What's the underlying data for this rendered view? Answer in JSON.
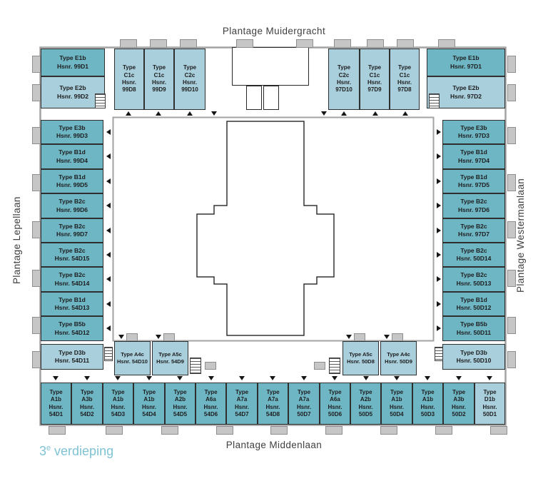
{
  "streets": {
    "top": "Plantage Muidergracht",
    "left": "Plantage Lepellaan",
    "right": "Plantage Westermanlaan",
    "bottom": "Plantage Middenlaan"
  },
  "floor_label": {
    "number": "3",
    "sup": "e",
    "word": " verdieping"
  },
  "colors": {
    "unit_dark": "#6fb6c5",
    "unit_light": "#a9cfdd",
    "outline": "#2f2f2f",
    "text": "#1d1d1d",
    "wall": "#a3a3a3",
    "balcony": "#c6c6c6",
    "balcony_border": "#8e8e8e",
    "floor_label": "#7fc3d3"
  },
  "units": {
    "left_corner": [
      {
        "label": "Type E1b",
        "hsnr": "Hsnr. 99D1",
        "shade": "dark"
      },
      {
        "label": "Type E2b",
        "hsnr": "Hsnr. 99D2",
        "shade": "light"
      }
    ],
    "left_column": [
      {
        "label": "Type E3b",
        "hsnr": "Hsnr. 99D3",
        "shade": "dark"
      },
      {
        "label": "Type B1d",
        "hsnr": "Hsnr. 99D4",
        "shade": "dark"
      },
      {
        "label": "Type B1d",
        "hsnr": "Hsnr. 99D5",
        "shade": "dark"
      },
      {
        "label": "Type B2c",
        "hsnr": "Hsnr. 99D6",
        "shade": "dark"
      },
      {
        "label": "Type B2c",
        "hsnr": "Hsnr. 99D7",
        "shade": "dark"
      },
      {
        "label": "Type B2c",
        "hsnr": "Hsnr. 54D15",
        "shade": "dark"
      },
      {
        "label": "Type B2c",
        "hsnr": "Hsnr. 54D14",
        "shade": "dark"
      },
      {
        "label": "Type B1d",
        "hsnr": "Hsnr. 54D13",
        "shade": "dark"
      },
      {
        "label": "Type B5b",
        "hsnr": "Hsnr. 54D12",
        "shade": "dark"
      },
      {
        "label": "Type D3b",
        "hsnr": "Hsnr. 54D11",
        "shade": "light"
      }
    ],
    "top_left": [
      {
        "label": "Type\nC1c",
        "hsnr": "Hsnr.\n99D8",
        "shade": "light"
      },
      {
        "label": "Type\nC1c",
        "hsnr": "Hsnr.\n99D9",
        "shade": "light"
      },
      {
        "label": "Type\nC2c",
        "hsnr": "Hsnr.\n99D10",
        "shade": "light"
      }
    ],
    "top_right": [
      {
        "label": "Type\nC2c",
        "hsnr": "Hsnr.\n97D10",
        "shade": "light"
      },
      {
        "label": "Type\nC1c",
        "hsnr": "Hsnr.\n97D9",
        "shade": "light"
      },
      {
        "label": "Type\nC1c",
        "hsnr": "Hsnr.\n97D8",
        "shade": "light"
      }
    ],
    "right_corner": [
      {
        "label": "Type E1b",
        "hsnr": "Hsnr. 97D1",
        "shade": "dark"
      },
      {
        "label": "Type E2b",
        "hsnr": "Hsnr. 97D2",
        "shade": "light"
      }
    ],
    "right_column": [
      {
        "label": "Type E3b",
        "hsnr": "Hsnr. 97D3",
        "shade": "dark"
      },
      {
        "label": "Type B1d",
        "hsnr": "Hsnr. 97D4",
        "shade": "dark"
      },
      {
        "label": "Type B1d",
        "hsnr": "Hsnr. 97D5",
        "shade": "dark"
      },
      {
        "label": "Type B2c",
        "hsnr": "Hsnr. 97D6",
        "shade": "dark"
      },
      {
        "label": "Type B2c",
        "hsnr": "Hsnr. 97D7",
        "shade": "dark"
      },
      {
        "label": "Type B2c",
        "hsnr": "Hsnr. 50D14",
        "shade": "dark"
      },
      {
        "label": "Type B2c",
        "hsnr": "Hsnr. 50D13",
        "shade": "dark"
      },
      {
        "label": "Type B1d",
        "hsnr": "Hsnr. 50D12",
        "shade": "dark"
      },
      {
        "label": "Type B5b",
        "hsnr": "Hsnr. 50D11",
        "shade": "dark"
      },
      {
        "label": "Type D3b",
        "hsnr": "Hsnr. 50D10",
        "shade": "light"
      }
    ],
    "inner_left": [
      {
        "label": "Type A4c",
        "hsnr": "Hsnr. 54D10",
        "shade": "light"
      },
      {
        "label": "Type A5c",
        "hsnr": "Hsnr. 54D9",
        "shade": "light"
      }
    ],
    "inner_right": [
      {
        "label": "Type A5c",
        "hsnr": "Hsnr. 50D8",
        "shade": "light"
      },
      {
        "label": "Type A4c",
        "hsnr": "Hsnr. 50D9",
        "shade": "light"
      }
    ],
    "bottom_row": [
      {
        "label": "Type\nA1b",
        "hsnr": "Hsnr.\n54D1",
        "shade": "dark"
      },
      {
        "label": "Type\nA3b",
        "hsnr": "Hsnr.\n54D2",
        "shade": "dark"
      },
      {
        "label": "Type\nA1b",
        "hsnr": "Hsnr.\n54D3",
        "shade": "dark"
      },
      {
        "label": "Type\nA1b",
        "hsnr": "Hsnr.\n54D4",
        "shade": "dark"
      },
      {
        "label": "Type\nA2b",
        "hsnr": "Hsnr.\n54D5",
        "shade": "dark"
      },
      {
        "label": "Type\nA6a",
        "hsnr": "Hsnr.\n54D6",
        "shade": "dark"
      },
      {
        "label": "Type\nA7a",
        "hsnr": "Hsnr.\n54D7",
        "shade": "dark"
      },
      {
        "label": "Type\nA7a",
        "hsnr": "Hsnr.\n54D8",
        "shade": "dark"
      },
      {
        "label": "Type\nA7a",
        "hsnr": "Hsnr.\n50D7",
        "shade": "dark"
      },
      {
        "label": "Type\nA6a",
        "hsnr": "Hsnr.\n50D6",
        "shade": "dark"
      },
      {
        "label": "Type\nA2b",
        "hsnr": "Hsnr.\n50D5",
        "shade": "dark"
      },
      {
        "label": "Type\nA1b",
        "hsnr": "Hsnr.\n50D4",
        "shade": "dark"
      },
      {
        "label": "Type\nA1b",
        "hsnr": "Hsnr.\n50D3",
        "shade": "dark"
      },
      {
        "label": "Type\nA3b",
        "hsnr": "Hsnr.\n50D2",
        "shade": "dark"
      },
      {
        "label": "Type\nD1b",
        "hsnr": "Hsnr.\n50D1",
        "shade": "light"
      }
    ]
  }
}
